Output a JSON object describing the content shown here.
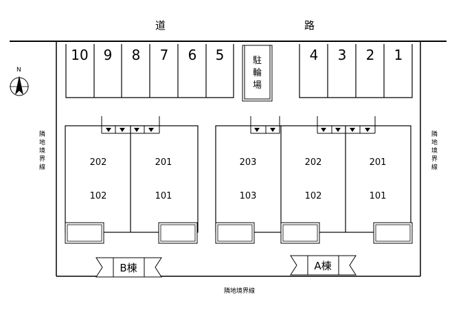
{
  "road": {
    "char1": "道",
    "char2": "路"
  },
  "compass": {
    "label": "N"
  },
  "neighbor_boundary": {
    "label": "隣地境界線",
    "side_chars": [
      "隣",
      "地",
      "境",
      "界",
      "線"
    ]
  },
  "parking": {
    "left_lots": [
      "10",
      "9",
      "8",
      "7",
      "6",
      "5"
    ],
    "right_lots": [
      "4",
      "3",
      "2",
      "1"
    ]
  },
  "bike_parking": {
    "chars": [
      "駐",
      "輪",
      "場"
    ]
  },
  "building_b": {
    "label": "B棟",
    "units": [
      {
        "upper": "202",
        "lower": "102"
      },
      {
        "upper": "201",
        "lower": "101"
      }
    ]
  },
  "building_a": {
    "label": "A棟",
    "units": [
      {
        "upper": "203",
        "lower": "103"
      },
      {
        "upper": "202",
        "lower": "102"
      },
      {
        "upper": "201",
        "lower": "101"
      }
    ]
  }
}
